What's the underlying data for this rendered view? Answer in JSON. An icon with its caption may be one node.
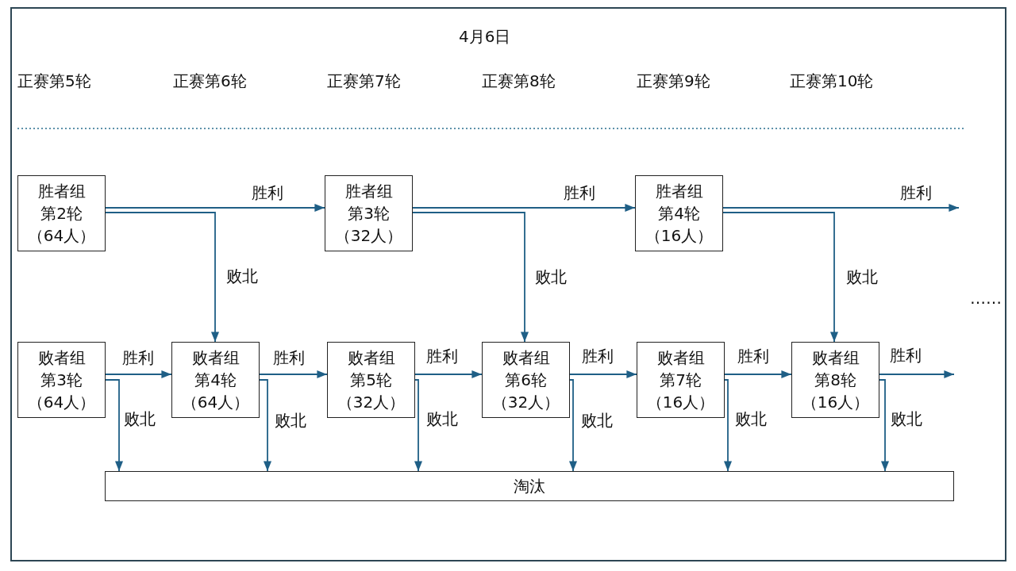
{
  "diagram": {
    "nodes": [
      {
        "text": [
          "胜者组",
          "第2轮",
          "（64人）"
        ]
      },
      {
        "text": [
          "胜者组",
          "第3轮",
          "（32人）"
        ]
      },
      {
        "text": [
          "胜者组",
          "第4轮",
          "（16人）"
        ]
      },
      {
        "text": [
          "败者组",
          "第3轮",
          "（64人）"
        ]
      },
      {
        "text": [
          "败者组",
          "第4轮",
          "（64人）"
        ]
      },
      {
        "text": [
          "败者组",
          "第5轮",
          "（32人）"
        ]
      },
      {
        "text": [
          "败者组",
          "第6轮",
          "（32人）"
        ]
      },
      {
        "text": [
          "败者组",
          "第7轮",
          "（16人）"
        ]
      },
      {
        "text": [
          "败者组",
          "第8轮",
          "（16人）"
        ]
      },
      {
        "text": [
          "淘汰"
        ]
      }
    ],
    "edges": [
      {
        "from": 0,
        "to": 1,
        "arrow": "to",
        "label": "胜利"
      },
      {
        "from": 1,
        "to": 2,
        "arrow": "to",
        "label": "胜利"
      },
      {
        "from": 2,
        "to": null,
        "arrow": "to",
        "label": "胜利"
      },
      {
        "from": 0,
        "to": 4,
        "arrow": "to",
        "label": "败北"
      },
      {
        "from": 1,
        "to": 6,
        "arrow": "to",
        "label": "败北"
      },
      {
        "from": 2,
        "to": 8,
        "arrow": "to",
        "label": "败北"
      },
      {
        "from": 3,
        "to": 4,
        "arrow": "to",
        "label": "胜利"
      },
      {
        "from": 4,
        "to": 5,
        "arrow": "to",
        "label": "胜利"
      },
      {
        "from": 5,
        "to": 6,
        "arrow": "to",
        "label": "胜利"
      },
      {
        "from": 6,
        "to": 7,
        "arrow": "to",
        "label": "胜利"
      },
      {
        "from": 7,
        "to": 8,
        "arrow": "to",
        "label": "胜利"
      },
      {
        "from": 8,
        "to": null,
        "arrow": "to",
        "label": "胜利"
      },
      {
        "from": 3,
        "to": 9,
        "arrow": "to",
        "label": "败北"
      },
      {
        "from": 4,
        "to": 9,
        "arrow": "to",
        "label": "败北"
      },
      {
        "from": 5,
        "to": 9,
        "arrow": "to",
        "label": "败北"
      },
      {
        "from": 6,
        "to": 9,
        "arrow": "to",
        "label": "败北"
      },
      {
        "from": 7,
        "to": 9,
        "arrow": "to",
        "label": "败北"
      },
      {
        "from": 8,
        "to": 9,
        "arrow": "to",
        "label": "败北"
      }
    ],
    "labels": [
      "4月6日",
      "正赛第5轮",
      "正赛第6轮",
      "正赛第7轮",
      "正赛第8轮",
      "正赛第9轮",
      "正赛第10轮",
      "……"
    ]
  }
}
